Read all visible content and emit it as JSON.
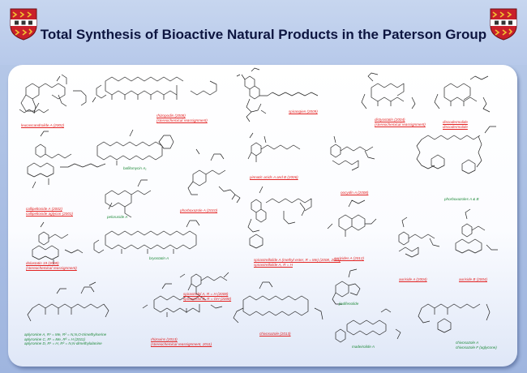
{
  "title": "Total Synthesis of Bioactive Natural Products in the Paterson Group",
  "colors": {
    "background": "#a8bde3",
    "title": "#0d1540",
    "red_label": "#e32222",
    "green_label": "#1f8a3a",
    "crest_red": "#c9202b",
    "crest_gold": "#f2c230"
  },
  "icons": [
    "university-crest-icon",
    "university-crest-icon"
  ],
  "compounds": [
    {
      "label": "leucascandrolide A (2002)",
      "sub": "",
      "color": "red"
    },
    {
      "label": "rhizopodin (2008)",
      "sub": "(stereochemical reassignment)",
      "color": "red"
    },
    {
      "label": "spirangien (2009)",
      "sub": "",
      "color": "red"
    },
    {
      "label": "dictyostatin (2004)",
      "sub": "(stereochemical reassignment)",
      "color": "red"
    },
    {
      "label": "discodermolide",
      "sub": "discodermolide",
      "color": "red"
    },
    {
      "label": "callipeltoside A (2002)",
      "sub": "callipeltoside aglycon (2001)",
      "color": "red"
    },
    {
      "label": "bafilomycin A₁",
      "sub": "",
      "color": "green"
    },
    {
      "label": "peloruside A",
      "sub": "",
      "color": "green"
    },
    {
      "label": "phorboxazole A (2010)",
      "sub": "",
      "color": "red"
    },
    {
      "label": "pinnatic acids A and B (2006)",
      "sub": "",
      "color": "red"
    },
    {
      "label": "oocydin A (2008)",
      "sub": "",
      "color": "red"
    },
    {
      "label": "phorboxazoles A & B",
      "sub": "",
      "color": "green"
    },
    {
      "label": "dolastatin 19 (2008)",
      "sub": "(stereochemical reassignment)",
      "color": "red"
    },
    {
      "label": "bryostatin A",
      "sub": "",
      "color": "green"
    },
    {
      "label": "spirastrellolide A (methyl ester, R = Me) (2008, 2011)",
      "sub": "spirastrellolide A, R = H",
      "color": "red"
    },
    {
      "label": "aurisides A (2012)",
      "sub": "",
      "color": "red"
    },
    {
      "label": "auriside A (2004)",
      "sub": "",
      "color": "red"
    },
    {
      "label": "auriside B (2004)",
      "sub": "",
      "color": "red"
    },
    {
      "label": "spirastrelol A, R = H (2008)",
      "sub": "spirastrelol B, R = OH (2008)",
      "color": "red"
    },
    {
      "label": "chivosazole (2013)",
      "sub": "",
      "color": "red"
    },
    {
      "label": "jiadifenolide",
      "sub": "",
      "color": "green"
    },
    {
      "label": "aplyronine A, R¹ = Me, R² = N,N,O-trimethylserine",
      "sub": "aplyronine C, R¹ = Me, R² = H (2011)",
      "color": "green"
    },
    {
      "label": "aplyronine D, R¹ = H, R² = N,N-dimethylalanine",
      "sub": "",
      "color": "green"
    },
    {
      "label": "rhizoxins (2013)",
      "sub": "(stereochemical reassignment, 2011)",
      "color": "red"
    },
    {
      "label": "madeirolide A",
      "sub": "",
      "color": "green"
    },
    {
      "label": "chivosazole A",
      "sub": "chivosazole F (aglycone)",
      "color": "green"
    }
  ]
}
